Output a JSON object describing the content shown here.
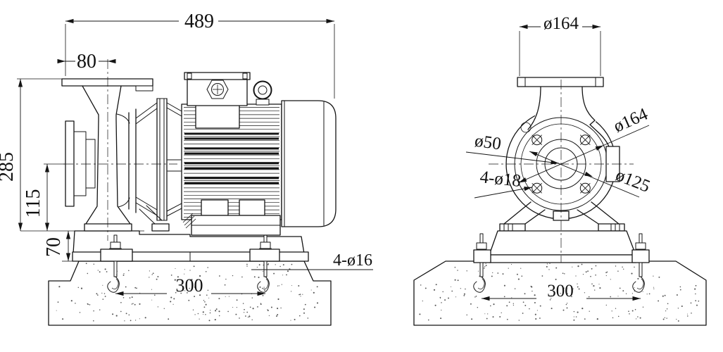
{
  "drawing": {
    "side_view": {
      "dims": {
        "overall_length": "489",
        "flange_offset": "80",
        "overall_height": "285",
        "axis_height": "115",
        "base_height": "70",
        "anchor_spacing": "300",
        "anchor_bolt_note": "4-ø16"
      }
    },
    "front_view": {
      "dims": {
        "discharge_flange": "ø164",
        "suction_bore": "ø50",
        "suction_flange_od": "ø164",
        "bolt_circle": "ø125",
        "flange_bolt_note": "4-ø18",
        "anchor_spacing": "300"
      }
    }
  }
}
